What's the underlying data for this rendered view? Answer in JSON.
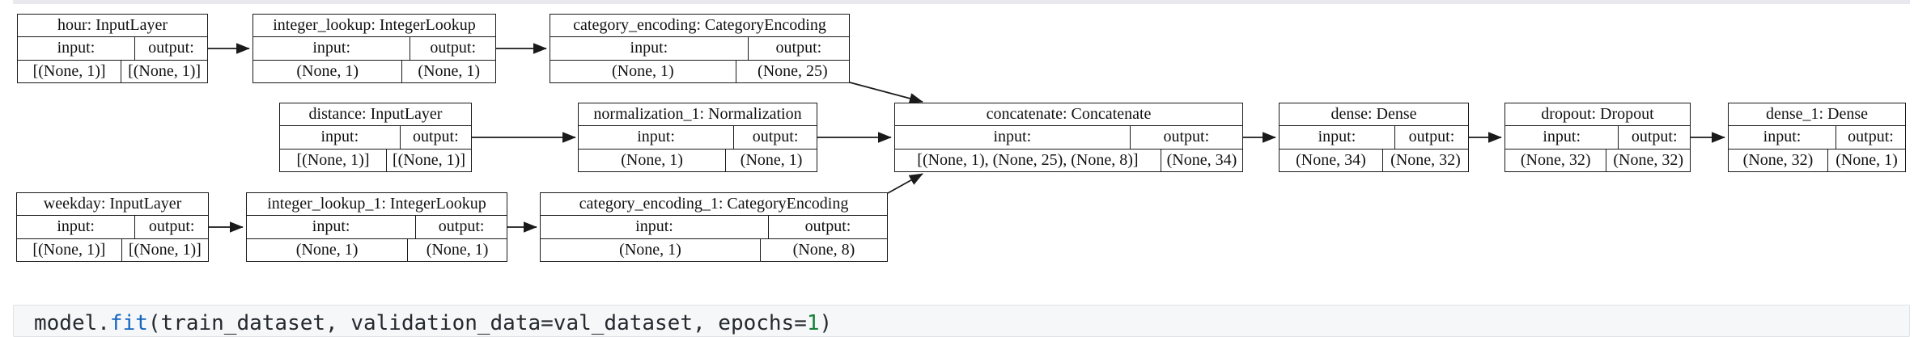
{
  "diagram": {
    "type": "keras-model-graph",
    "colors": {
      "box_border": "#1a1a1a",
      "arrow": "#1a1a1a",
      "box_fill": "#ffffff"
    },
    "boxes": [
      {
        "id": "hour",
        "title": "hour: InputLayer",
        "input_label": "input:",
        "output_label": "output:",
        "input_shape": "[(None, 1)]",
        "output_shape": "[(None, 1)]"
      },
      {
        "id": "integer_lookup",
        "title": "integer_lookup: IntegerLookup",
        "input_label": "input:",
        "output_label": "output:",
        "input_shape": "(None, 1)",
        "output_shape": "(None, 1)"
      },
      {
        "id": "category_encoding",
        "title": "category_encoding: CategoryEncoding",
        "input_label": "input:",
        "output_label": "output:",
        "input_shape": "(None, 1)",
        "output_shape": "(None, 25)"
      },
      {
        "id": "distance",
        "title": "distance: InputLayer",
        "input_label": "input:",
        "output_label": "output:",
        "input_shape": "[(None, 1)]",
        "output_shape": "[(None, 1)]"
      },
      {
        "id": "normalization_1",
        "title": "normalization_1: Normalization",
        "input_label": "input:",
        "output_label": "output:",
        "input_shape": "(None, 1)",
        "output_shape": "(None, 1)"
      },
      {
        "id": "concatenate",
        "title": "concatenate: Concatenate",
        "input_label": "input:",
        "output_label": "output:",
        "input_shape": "[(None, 1), (None, 25), (None, 8)]",
        "output_shape": "(None, 34)"
      },
      {
        "id": "dense",
        "title": "dense: Dense",
        "input_label": "input:",
        "output_label": "output:",
        "input_shape": "(None, 34)",
        "output_shape": "(None, 32)"
      },
      {
        "id": "dropout",
        "title": "dropout: Dropout",
        "input_label": "input:",
        "output_label": "output:",
        "input_shape": "(None, 32)",
        "output_shape": "(None, 32)"
      },
      {
        "id": "dense_1",
        "title": "dense_1: Dense",
        "input_label": "input:",
        "output_label": "output:",
        "input_shape": "(None, 32)",
        "output_shape": "(None, 1)"
      },
      {
        "id": "weekday",
        "title": "weekday: InputLayer",
        "input_label": "input:",
        "output_label": "output:",
        "input_shape": "[(None, 1)]",
        "output_shape": "[(None, 1)]"
      },
      {
        "id": "integer_lookup_1",
        "title": "integer_lookup_1: IntegerLookup",
        "input_label": "input:",
        "output_label": "output:",
        "input_shape": "(None, 1)",
        "output_shape": "(None, 1)"
      },
      {
        "id": "category_encoding_1",
        "title": "category_encoding_1: CategoryEncoding",
        "input_label": "input:",
        "output_label": "output:",
        "input_shape": "(None, 1)",
        "output_shape": "(None, 8)"
      }
    ],
    "connections": [
      {
        "from": "hour",
        "to": "integer_lookup"
      },
      {
        "from": "integer_lookup",
        "to": "category_encoding"
      },
      {
        "from": "category_encoding",
        "to": "concatenate"
      },
      {
        "from": "distance",
        "to": "normalization_1"
      },
      {
        "from": "normalization_1",
        "to": "concatenate"
      },
      {
        "from": "weekday",
        "to": "integer_lookup_1"
      },
      {
        "from": "integer_lookup_1",
        "to": "category_encoding_1"
      },
      {
        "from": "category_encoding_1",
        "to": "concatenate"
      },
      {
        "from": "concatenate",
        "to": "dense"
      },
      {
        "from": "dense",
        "to": "dropout"
      },
      {
        "from": "dropout",
        "to": "dense_1"
      }
    ]
  },
  "code_cell": {
    "background": "#f6f7f8",
    "colors": {
      "default": "#24292e",
      "function": "#1565c0",
      "number": "#188038"
    },
    "segments": [
      {
        "text": "model.",
        "kind": "default"
      },
      {
        "text": "fit",
        "kind": "function"
      },
      {
        "text": "(train_dataset, validation_data=val_dataset, epochs=",
        "kind": "default"
      },
      {
        "text": "1",
        "kind": "number"
      },
      {
        "text": ")",
        "kind": "default"
      }
    ]
  }
}
